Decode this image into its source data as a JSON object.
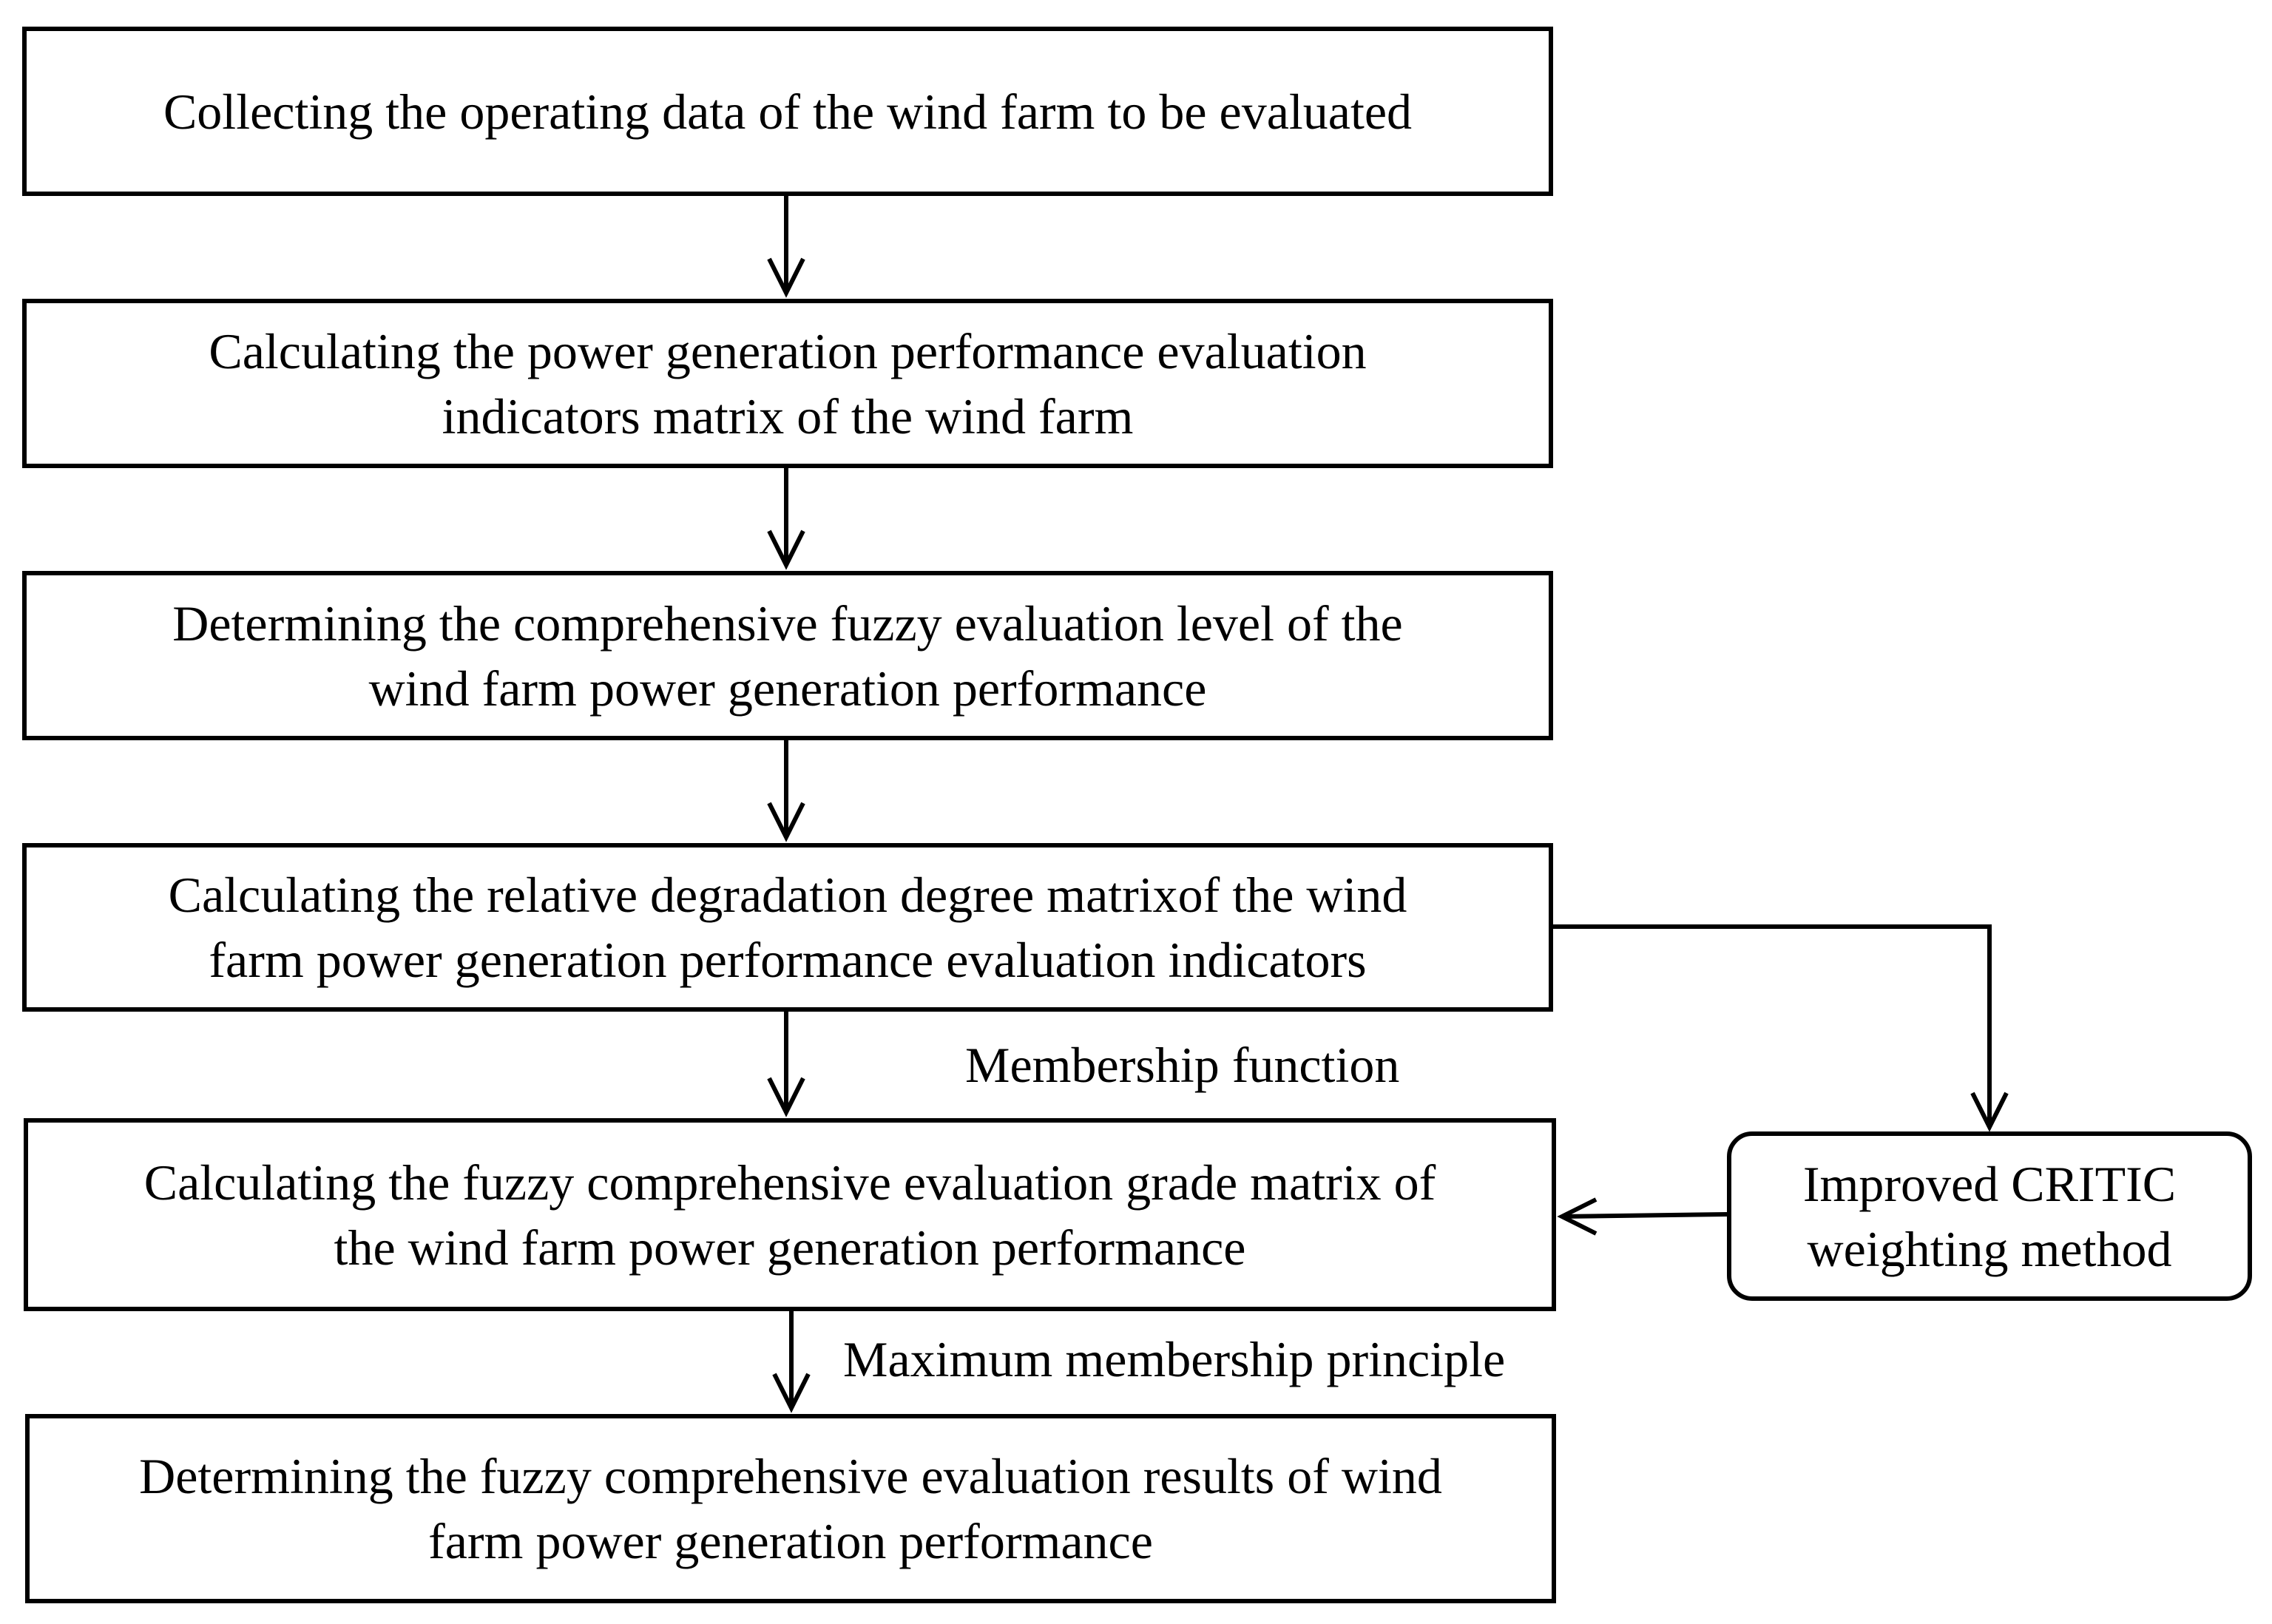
{
  "steps": [
    {
      "line1": "Collecting the operating data of the wind farm to be evaluated",
      "line2": ""
    },
    {
      "line1": "Calculating the power generation performance evaluation",
      "line2": "indicators matrix of the wind farm"
    },
    {
      "line1": "Determining the comprehensive fuzzy evaluation level of the",
      "line2": "wind farm power generation performance"
    },
    {
      "line1": "Calculating the relative degradation degree matrixof the wind",
      "line2": "farm power generation performance evaluation indicators"
    },
    {
      "line1": "Calculating the fuzzy comprehensive evaluation grade matrix of",
      "line2": "the wind farm power generation performance"
    },
    {
      "line1": "Determining the fuzzy comprehensive evaluation results of wind",
      "line2": "farm power generation performance"
    }
  ],
  "side_box": {
    "line1": "Improved CRITIC",
    "line2": "weighting method"
  },
  "edge_labels": {
    "membership": "Membership function",
    "maximum": "Maximum membership principle"
  }
}
